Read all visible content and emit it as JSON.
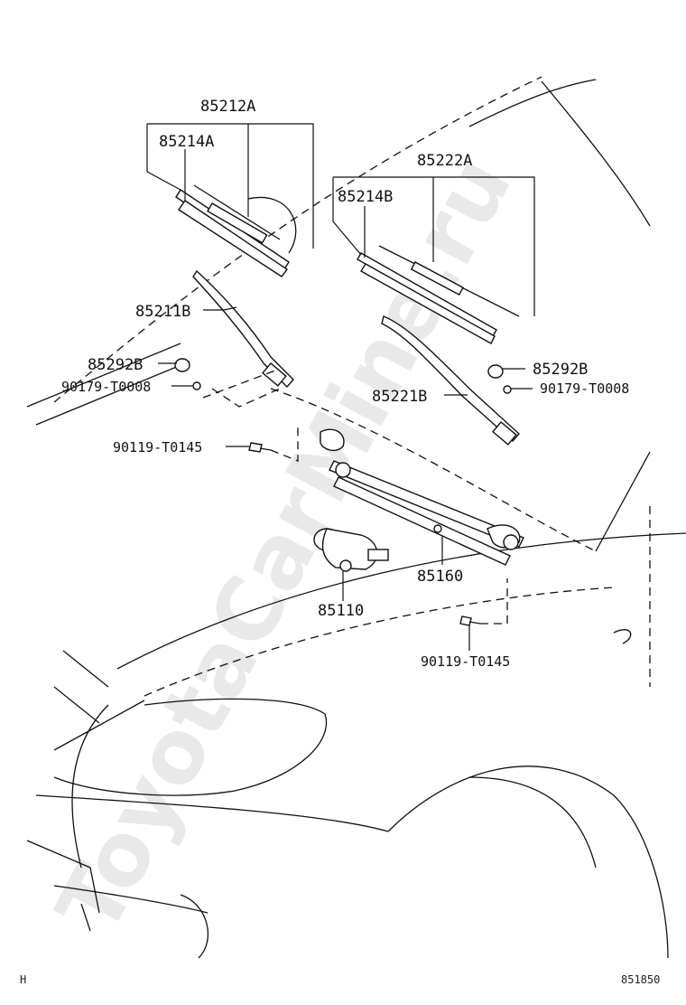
{
  "watermark": "ToyotaCarMine.ru",
  "labels": {
    "p85212A": "85212A",
    "p85214A": "85214A",
    "p85222A": "85222A",
    "p85214B": "85214B",
    "p85211B": "85211B",
    "p85292B_left": "85292B",
    "p90179_left": "90179-T0008",
    "p85292B_right": "85292B",
    "p90179_right": "90179-T0008",
    "p85221B": "85221B",
    "p90119_top": "90119-T0145",
    "p85160": "85160",
    "p85110": "85110",
    "p90119_bottom": "90119-T0145"
  },
  "footer": {
    "left": "H",
    "right": "851850"
  }
}
